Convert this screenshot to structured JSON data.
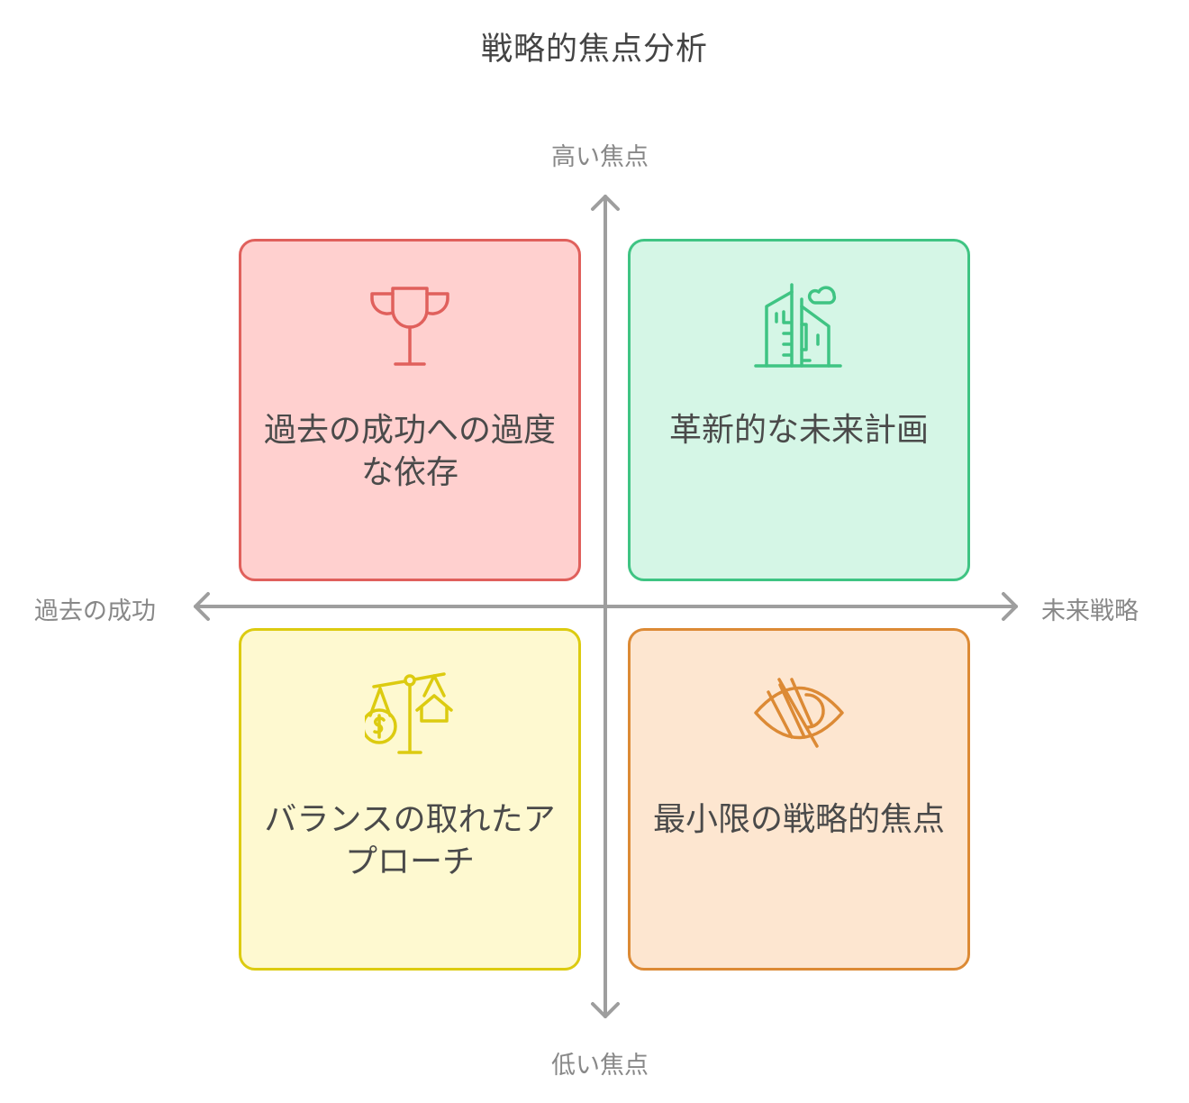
{
  "title": "戦略的焦点分析",
  "axes": {
    "top": "高い焦点",
    "bottom": "低い焦点",
    "left": "過去の成功",
    "right": "未来戦略",
    "color": "#9e9e9e"
  },
  "quadrants": [
    {
      "position": "top-left",
      "label": "過去の成功への過度な依存",
      "icon": "trophy-icon",
      "fill": "#ffd0cf",
      "stroke": "#e0605c"
    },
    {
      "position": "top-right",
      "label": "革新的な未来計画",
      "icon": "city-buildings-icon",
      "fill": "#d5f6e6",
      "stroke": "#3fc483"
    },
    {
      "position": "bottom-left",
      "label": "バランスの取れたアプローチ",
      "icon": "balance-scale-icon",
      "fill": "#fef9d0",
      "stroke": "#dccb10"
    },
    {
      "position": "bottom-right",
      "label": "最小限の戦略的焦点",
      "icon": "eye-off-icon",
      "fill": "#fde6d0",
      "stroke": "#dc8a35"
    }
  ]
}
